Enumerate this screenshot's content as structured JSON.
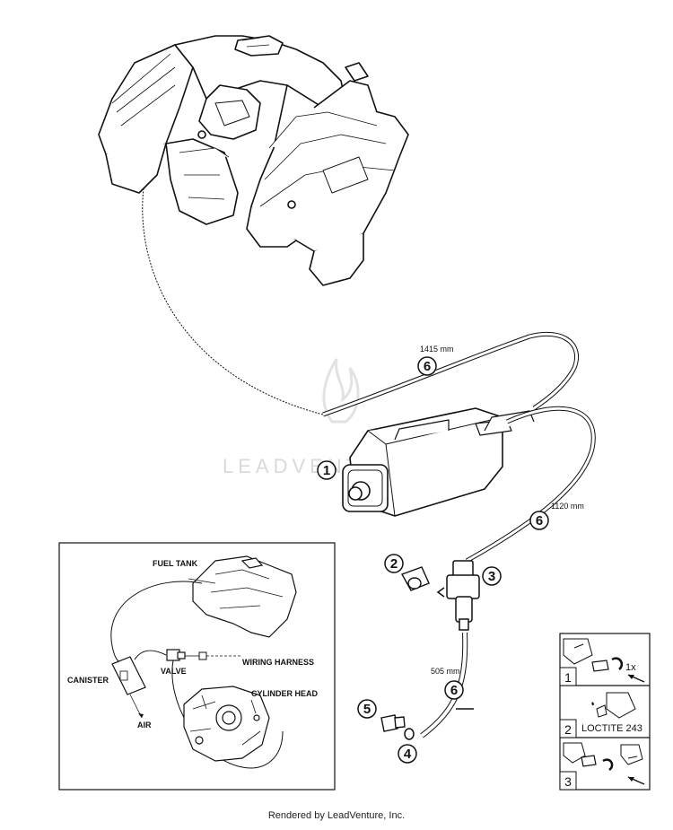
{
  "watermark": {
    "text": "LEADVENTURE"
  },
  "callouts": {
    "canister": "1",
    "clamp": "2",
    "valve": "3",
    "washer": "4",
    "nipple": "5",
    "hose_1415": "6",
    "hose_1120": "6",
    "hose_505": "6"
  },
  "hose_lengths": {
    "hose_1415": "1415 mm",
    "hose_1120": "1120 mm",
    "hose_505": "505 mm"
  },
  "schematic": {
    "fuel_tank": "FUEL TANK",
    "canister": "CANISTER",
    "valve": "VALVE",
    "wiring_harness": "WIRING HARNESS",
    "cylinder_head": "CYLINDER HEAD",
    "air": "AIR"
  },
  "legend": {
    "row1_number": "1",
    "row1_text": "1x",
    "row2_number": "2",
    "row2_text": "LOCTITE 243",
    "row3_number": "3"
  },
  "footer": {
    "text": "Rendered by LeadVenture, Inc."
  }
}
